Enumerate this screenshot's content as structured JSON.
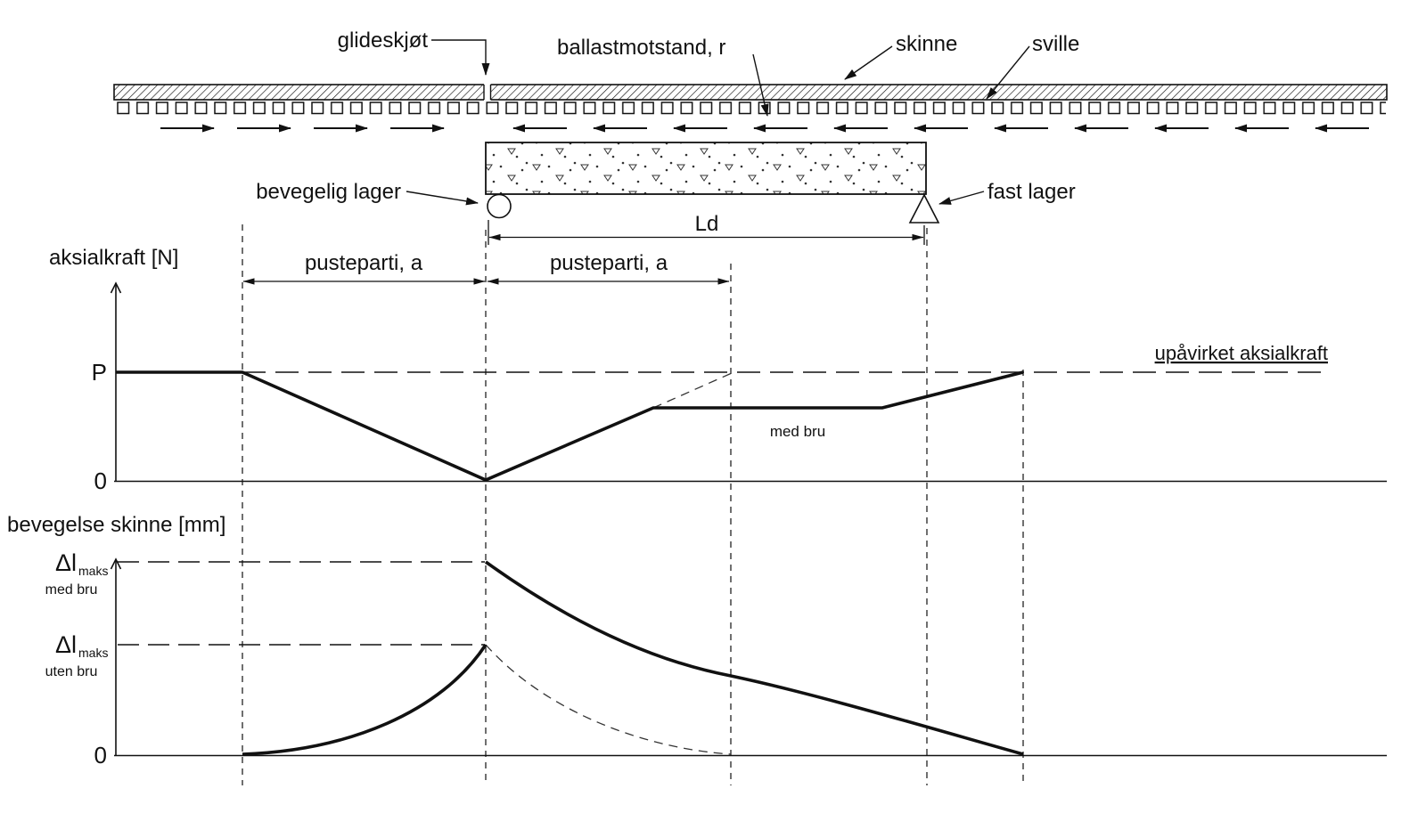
{
  "colors": {
    "ink": "#111111",
    "background": "#ffffff"
  },
  "track": {
    "glideskjot_label": "glideskjøt",
    "ballastmotstand_label": "ballastmotstand, r",
    "skinne_label": "skinne",
    "sville_label": "sville"
  },
  "bridge": {
    "bevegelig_lager_label": "bevegelig lager",
    "fast_lager_label": "fast lager",
    "span_label": "Ld"
  },
  "force_chart": {
    "axis_label": "aksialkraft [N]",
    "p_tick": "P",
    "zero_tick": "0",
    "pusteparti_left_label": "pusteparti, a",
    "pusteparti_right_label": "pusteparti, a",
    "reference_label": "upåvirket aksialkraft",
    "with_bridge_label": "med bru"
  },
  "movement_chart": {
    "axis_label": "bevegelse skinne [mm]",
    "zero_tick": "0",
    "max_with_bridge": {
      "symbol": "Δl",
      "subscript": "maks",
      "case_label": "med bru"
    },
    "max_without_bridge": {
      "symbol": "Δl",
      "subscript": "maks",
      "case_label": "uten bru"
    }
  }
}
